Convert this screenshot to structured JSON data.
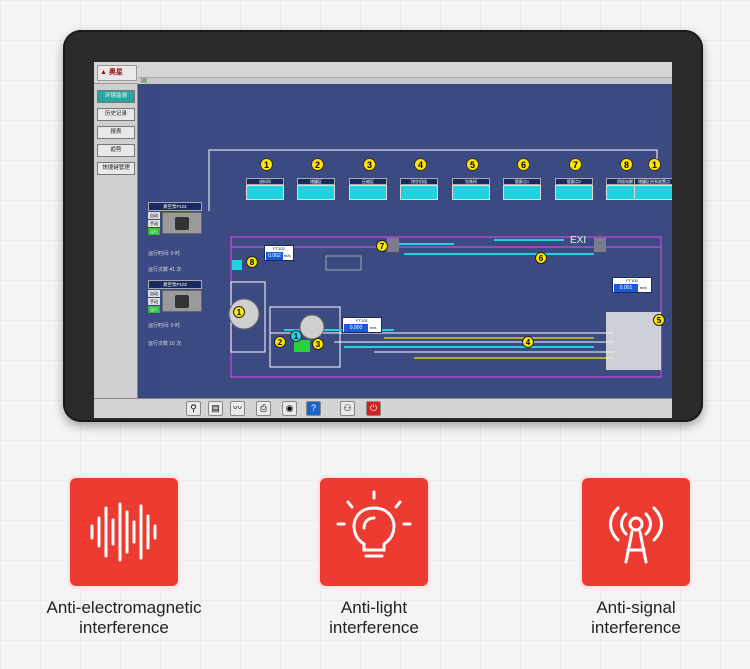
{
  "hmi": {
    "logo_text": "奥星",
    "nav": [
      {
        "label": "环境监测",
        "active": true
      },
      {
        "label": "历史记录",
        "active": false
      },
      {
        "label": "报表",
        "active": false
      },
      {
        "label": "趋势",
        "active": false
      },
      {
        "label": "快捷键管理",
        "active": false
      }
    ],
    "pumps": [
      {
        "name": "真空泵P101",
        "states": [
          "自动",
          "手动",
          "运行"
        ]
      },
      {
        "name": "真空泵P102",
        "states": [
          "自动",
          "手动",
          "运行"
        ]
      }
    ],
    "pump_stats": [
      {
        "runtime_label": "运行时间:",
        "runtime_val": "0",
        "runtime_unit": "时",
        "count_label": "运行次数",
        "count_val": "41",
        "count_unit": "次"
      },
      {
        "runtime_label": "运行时间:",
        "runtime_val": "0",
        "runtime_unit": "时",
        "count_label": "运行次数",
        "count_val": "16",
        "count_unit": "次"
      }
    ],
    "sensors": [
      {
        "num": "1",
        "name": "进料间"
      },
      {
        "num": "2",
        "name": "储罐区"
      },
      {
        "num": "3",
        "name": "压缩区"
      },
      {
        "num": "4",
        "name": "排空机组"
      },
      {
        "num": "5",
        "name": "包装间"
      },
      {
        "num": "6",
        "name": "管廊点1"
      },
      {
        "num": "7",
        "name": "管廊点2"
      },
      {
        "num": "8",
        "name": "阴极电解"
      },
      {
        "num": "1",
        "name": "储罐区热泵放置点"
      }
    ],
    "flow": [
      {
        "id": "FT102",
        "value": "0.062",
        "unit": "m/s"
      },
      {
        "id": "FT101",
        "value": "0.000",
        "unit": "m/s"
      },
      {
        "id": "FT103",
        "value": "0.001",
        "unit": "m/s"
      }
    ],
    "map_markers": [
      "1",
      "2",
      "1",
      "3",
      "4",
      "5",
      "6",
      "7",
      "8"
    ],
    "exit_label": "EXI"
  },
  "features": [
    {
      "icon": "waveform-icon",
      "line1": "Anti-electromagnetic",
      "line2": "interference"
    },
    {
      "icon": "lightbulb-icon",
      "line1": "Anti-light",
      "line2": "interference"
    },
    {
      "icon": "signal-tower-icon",
      "line1": "Anti-signal",
      "line2": "interference"
    }
  ],
  "colors": {
    "accent_red": "#ee3b32",
    "screen_blue": "#3c4a82",
    "cyan": "#1fd4e0",
    "marker_yellow": "#ffe600"
  }
}
